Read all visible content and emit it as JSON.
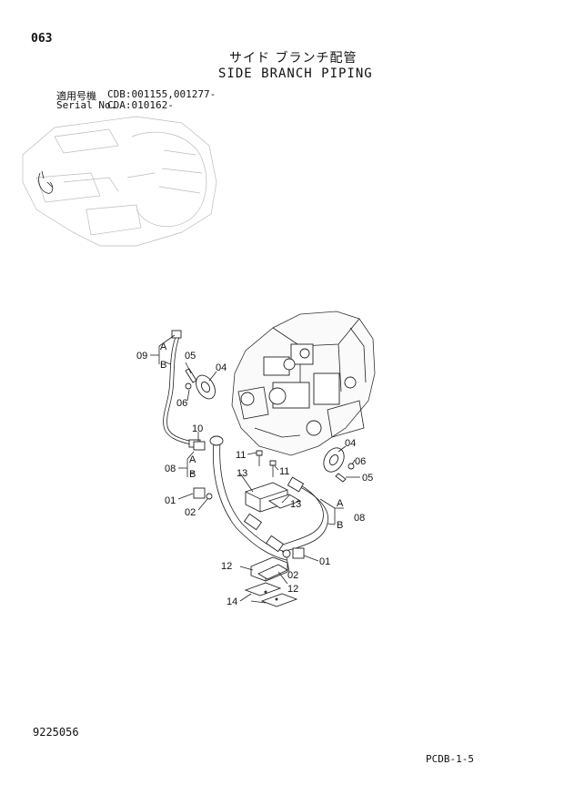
{
  "header": {
    "page_number": "063",
    "title_jp": "サイド ブランチ配管",
    "title_en": "SIDE BRANCH PIPING"
  },
  "serial": {
    "label_jp": "適用号機",
    "value_1": "CDB:001155,001277-",
    "label_en": "Serial No.",
    "value_2": "CDA:010162-"
  },
  "callouts": [
    {
      "id": "c09",
      "text": "09"
    },
    {
      "id": "c05a",
      "text": "05"
    },
    {
      "id": "c04a",
      "text": "04"
    },
    {
      "id": "c06a",
      "text": "06"
    },
    {
      "id": "c10",
      "text": "10"
    },
    {
      "id": "c08a",
      "text": "08"
    },
    {
      "id": "c11a",
      "text": "11"
    },
    {
      "id": "c11b",
      "text": "11"
    },
    {
      "id": "c13a",
      "text": "13"
    },
    {
      "id": "c13b",
      "text": "13"
    },
    {
      "id": "c01a",
      "text": "01"
    },
    {
      "id": "c02a",
      "text": "02"
    },
    {
      "id": "c04b",
      "text": "04"
    },
    {
      "id": "c06b",
      "text": "06"
    },
    {
      "id": "c05b",
      "text": "05"
    },
    {
      "id": "c08b",
      "text": "08"
    },
    {
      "id": "c01b",
      "text": "01"
    },
    {
      "id": "c02b",
      "text": "02"
    },
    {
      "id": "c12a",
      "text": "12"
    },
    {
      "id": "c12b",
      "text": "12"
    },
    {
      "id": "c14",
      "text": "14"
    }
  ],
  "branch_labels": {
    "a": "A",
    "b": "B"
  },
  "footer": {
    "doc_number": "9225056",
    "page_code": "PCDB-1-5"
  }
}
